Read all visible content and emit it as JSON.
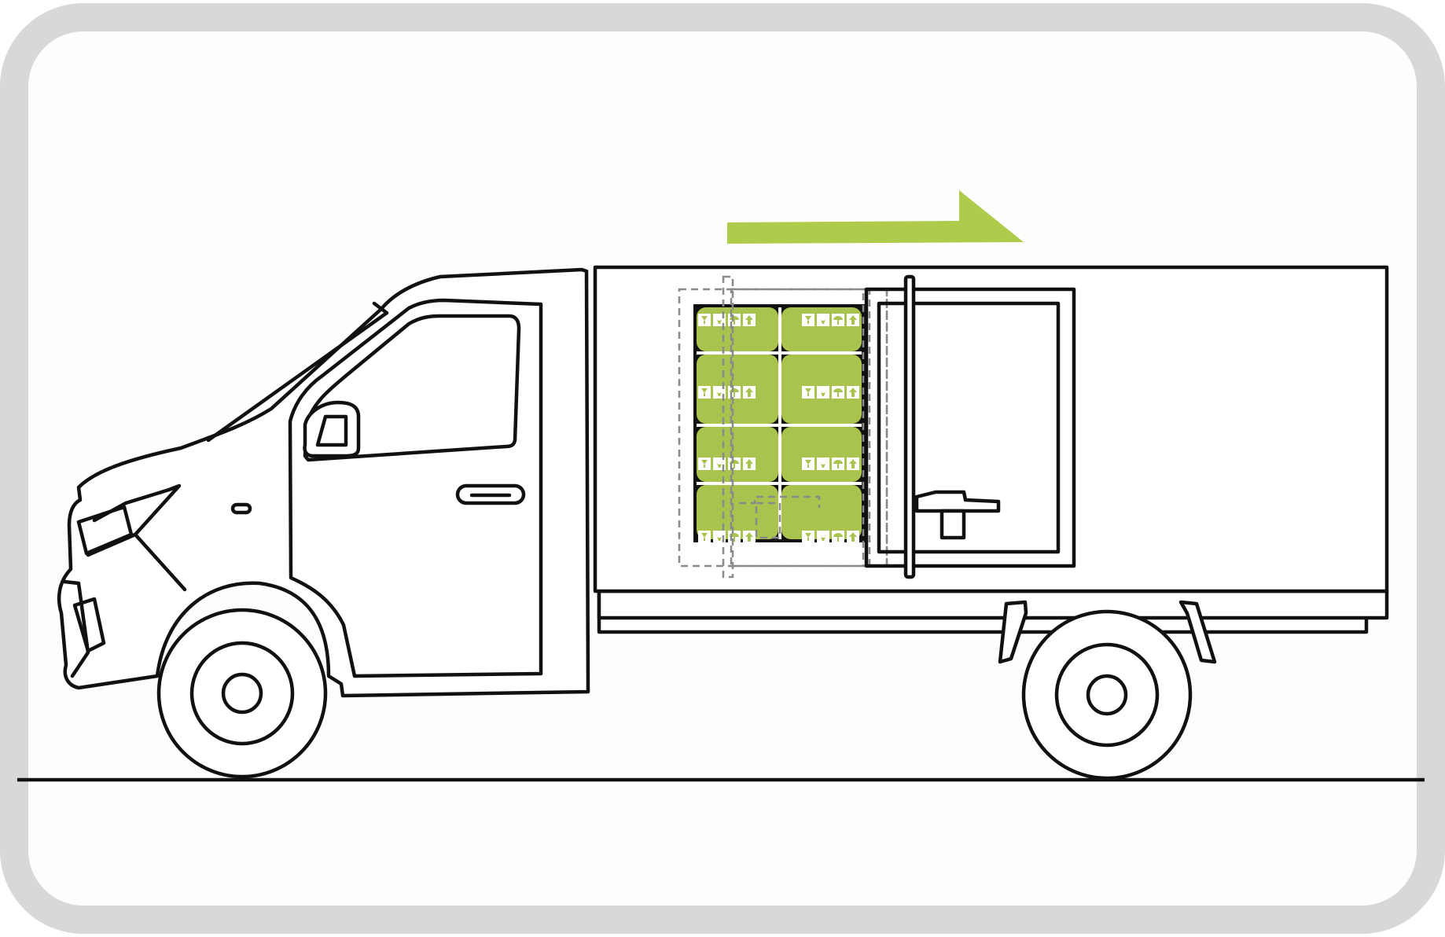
{
  "scene": {
    "subject": "truck-icon",
    "colors": {
      "frame": "#d8d8d8",
      "panel": "#fdfdfb",
      "outline": "#111111",
      "cargo": "#a8c44e",
      "arrow": "#aecb4b",
      "guide": "#8a8a8a"
    },
    "cargo_boxes": {
      "columns": 2,
      "rows": 4
    },
    "arrow_direction": "right",
    "box_symbols": [
      "fragile-glass-icon",
      "handle-with-care-icon",
      "keep-dry-icon",
      "this-side-up-icon"
    ]
  }
}
